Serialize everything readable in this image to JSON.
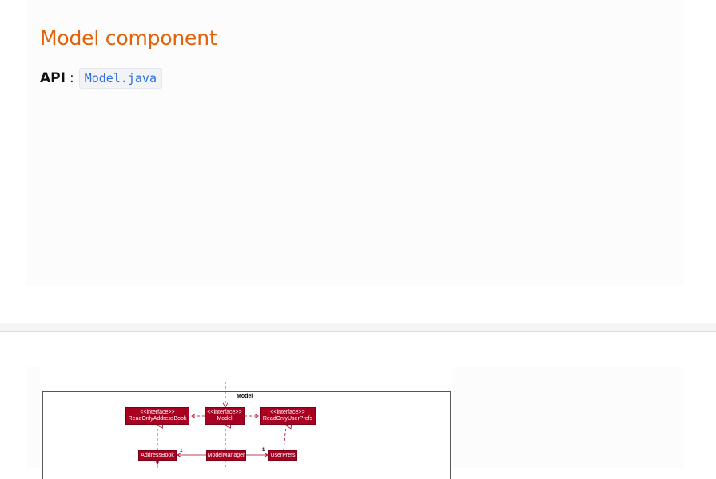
{
  "section": {
    "heading": "Model component",
    "api_label": "API",
    "api_separator": ":",
    "api_link_text": "Model.java"
  },
  "diagram": {
    "title": "Model",
    "boxes": {
      "readonly_addressbook": {
        "stereotype": "<<interface>>",
        "name": "ReadOnlyAddressBook"
      },
      "model": {
        "stereotype": "<<interface>>",
        "name": "Model"
      },
      "readonly_userprefs": {
        "stereotype": "<<interface>>",
        "name": "ReadOnlyUserPrefs"
      },
      "addressbook": {
        "name": "AddressBook"
      },
      "modelmanager": {
        "name": "ModelManager"
      },
      "userprefs": {
        "name": "UserPrefs"
      }
    },
    "multiplicity_addressbook": "1",
    "multiplicity_userprefs": "1"
  },
  "colors": {
    "heading": "#e36209",
    "link": "#2f6fe0",
    "uml_box": "#a80021"
  }
}
